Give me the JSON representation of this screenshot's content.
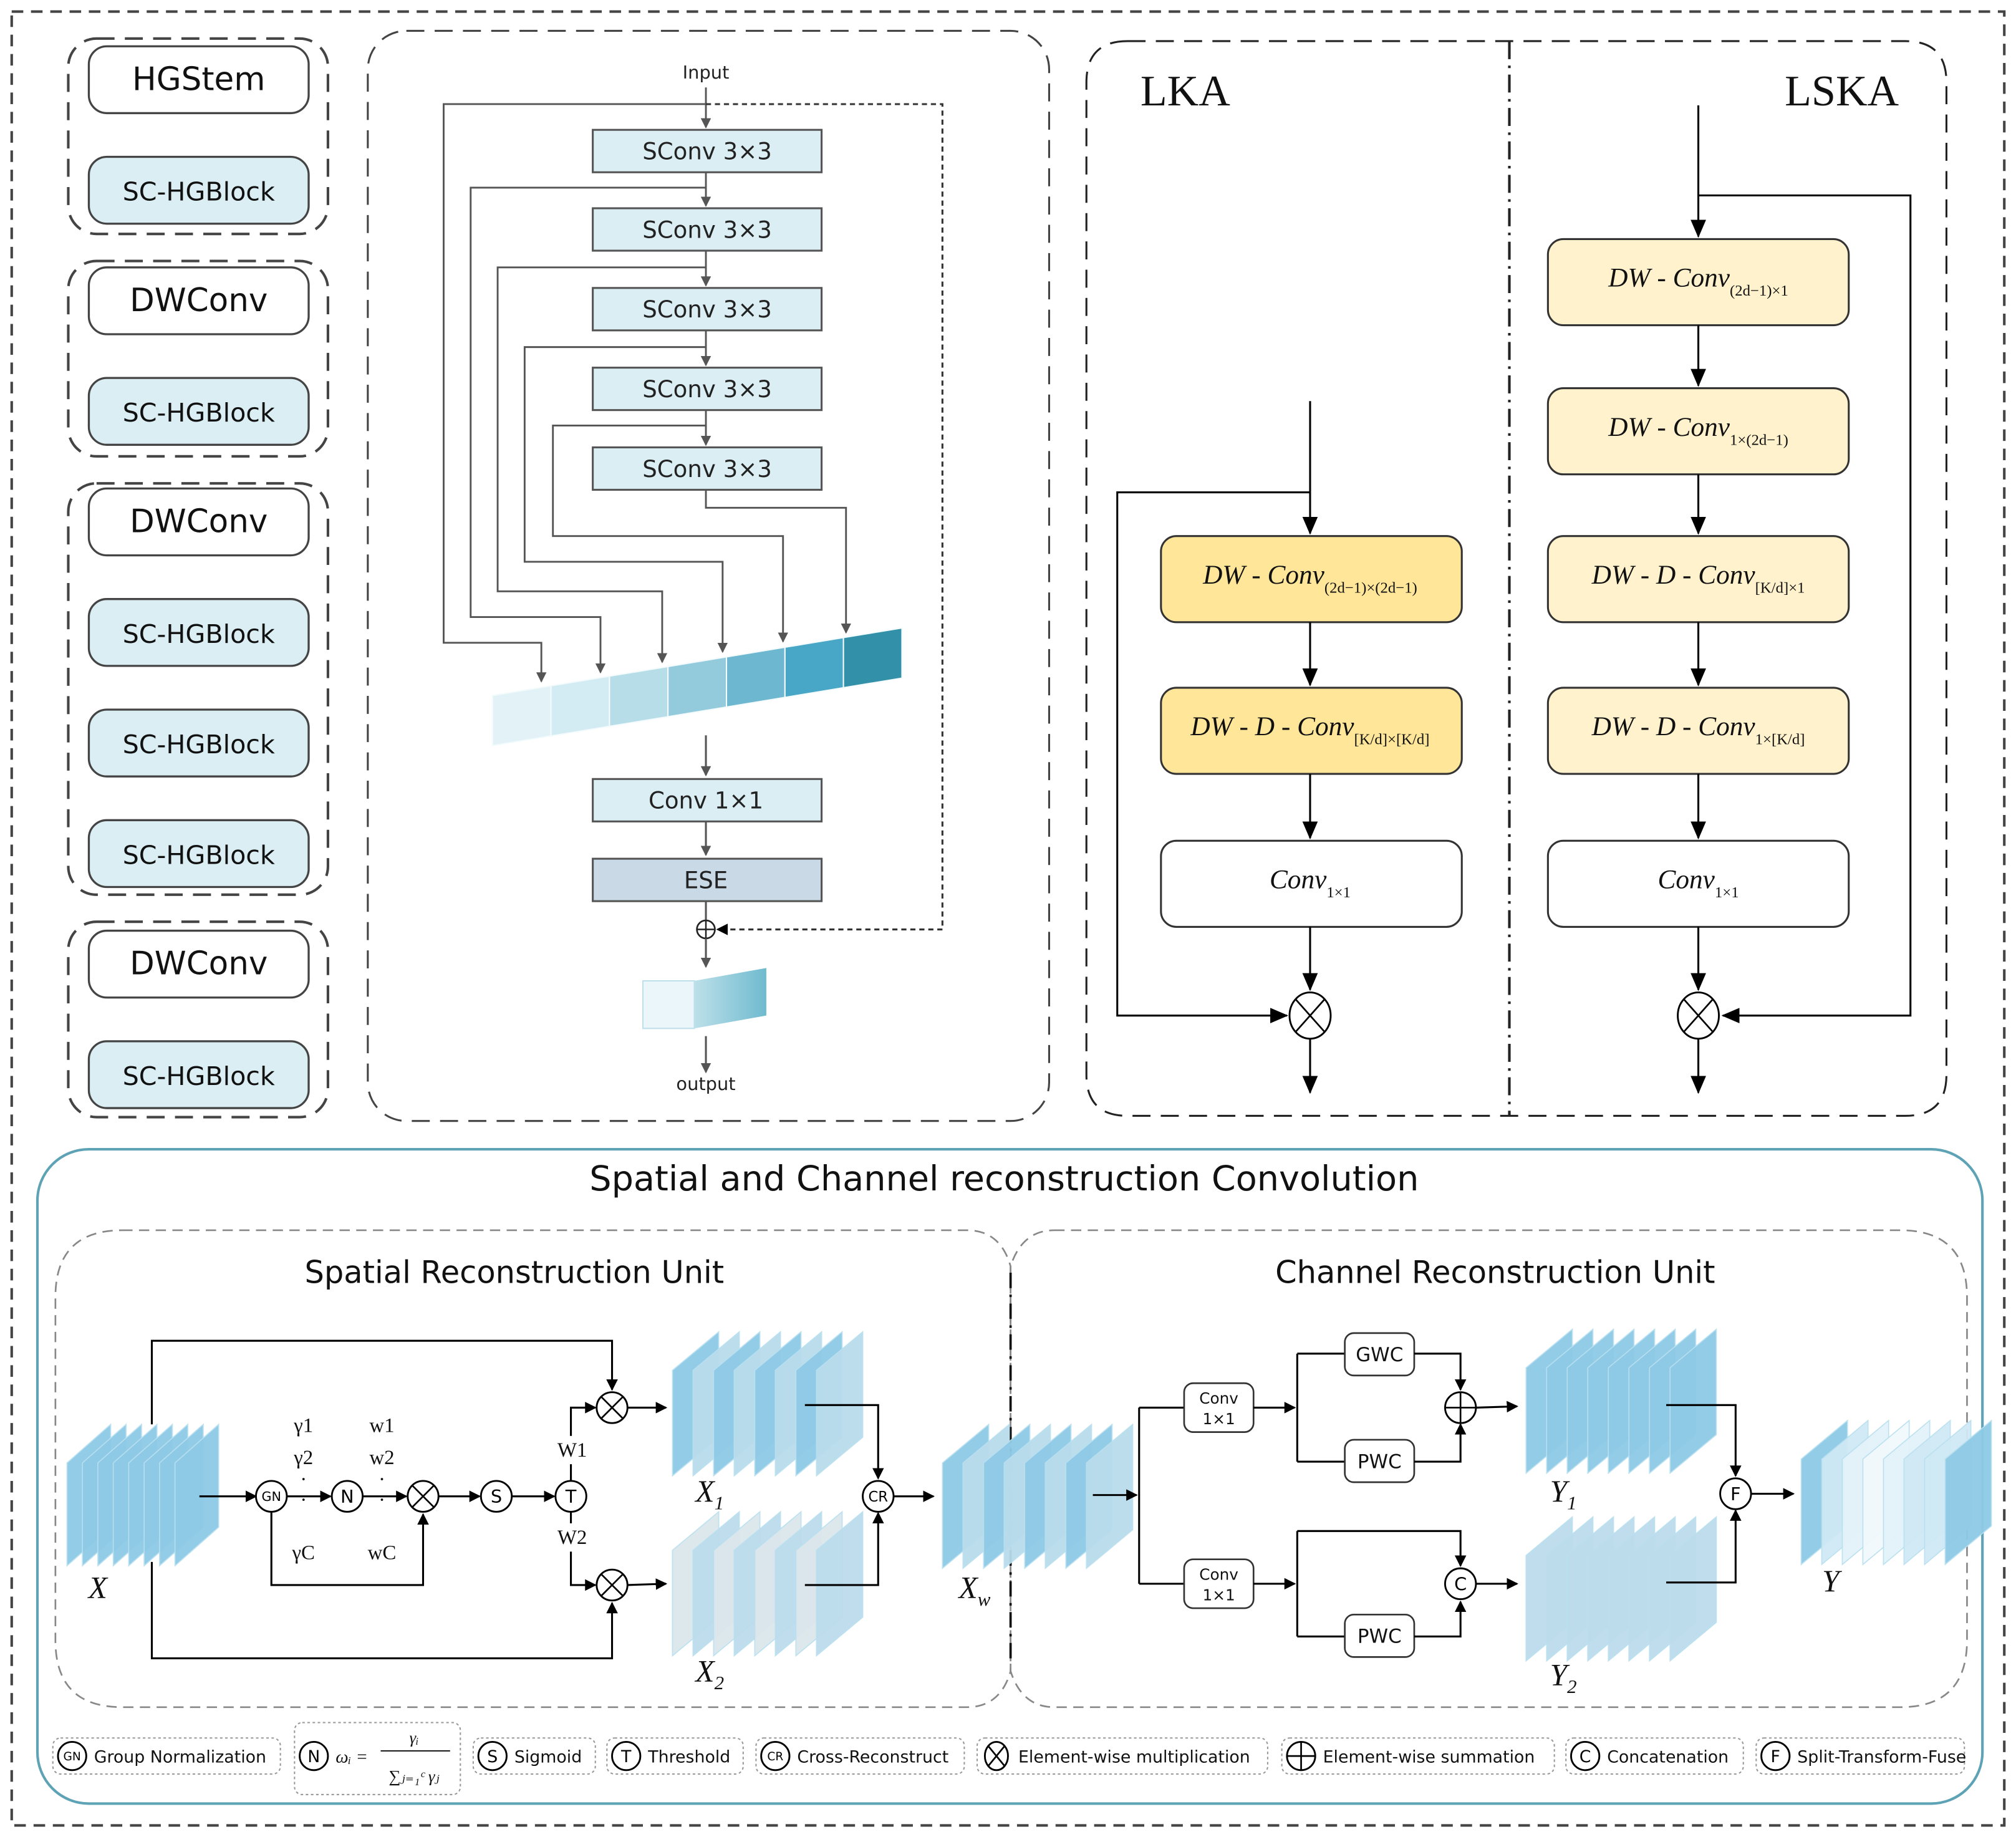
{
  "backbone": {
    "groups": [
      {
        "blocks": [
          {
            "label": "HGStem",
            "style": "plain"
          },
          {
            "label": "SC-HGBlock",
            "style": "blue"
          }
        ]
      },
      {
        "blocks": [
          {
            "label": "DWConv",
            "style": "plain"
          },
          {
            "label": "SC-HGBlock",
            "style": "blue"
          }
        ]
      },
      {
        "blocks": [
          {
            "label": "DWConv",
            "style": "plain"
          },
          {
            "label": "SC-HGBlock",
            "style": "blue"
          },
          {
            "label": "SC-HGBlock",
            "style": "blue"
          },
          {
            "label": "SC-HGBlock",
            "style": "blue"
          }
        ]
      },
      {
        "blocks": [
          {
            "label": "DWConv",
            "style": "plain"
          },
          {
            "label": "SC-HGBlock",
            "style": "blue"
          }
        ]
      }
    ]
  },
  "hgblock": {
    "input_label": "Input",
    "output_label": "output",
    "sconv_blocks": [
      "SConv 3×3",
      "SConv 3×3",
      "SConv 3×3",
      "SConv 3×3",
      "SConv 3×3"
    ],
    "conv_label": "Conv 1×1",
    "ese_label": "ESE",
    "concat_colors": [
      "#e3f2f7",
      "#d3ebf2",
      "#b7dde9",
      "#93cbdd",
      "#6db8d0",
      "#48a6c6",
      "#3390a9"
    ]
  },
  "lka": {
    "title": "LKA",
    "blocks": [
      {
        "main": "DW - Conv",
        "sub": "(2d−1)×(2d−1)",
        "fill": "#ffe699"
      },
      {
        "main": "DW - D - Conv",
        "sub": "[K/d]×[K/d]",
        "fill": "#ffe699"
      },
      {
        "main": "Conv",
        "sub": "1×1",
        "fill": "#ffffff"
      }
    ]
  },
  "lska": {
    "title": "LSKA",
    "blocks": [
      {
        "main": "DW - Conv",
        "sub": "(2d−1)×1",
        "fill": "#fff2cc"
      },
      {
        "main": "DW - Conv",
        "sub": "1×(2d−1)",
        "fill": "#fff2cc"
      },
      {
        "main": "DW - D - Conv",
        "sub": "[K/d]×1",
        "fill": "#fff2cc"
      },
      {
        "main": "DW - D - Conv",
        "sub": "1×[K/d]",
        "fill": "#fff2cc"
      },
      {
        "main": "Conv",
        "sub": "1×1",
        "fill": "#ffffff"
      }
    ]
  },
  "scconv": {
    "title": "Spatial and Channel reconstruction Convolution",
    "sru": {
      "title": "Spatial Reconstruction Unit",
      "input_label": "X",
      "gammas": [
        "γ1",
        "γ2",
        "·",
        "·",
        "γC"
      ],
      "weights": [
        "w1",
        "w2",
        "·",
        "·",
        "wC"
      ],
      "nodes": {
        "gn": "GN",
        "n": "N",
        "s": "S",
        "t": "T",
        "cr": "CR"
      },
      "branch_labels": [
        "W1",
        "W2"
      ],
      "x1_label": "X1",
      "x2_label": "X2",
      "xw_label": "Xw"
    },
    "cru": {
      "title": "Channel Reconstruction Unit",
      "conv_label_top": "Conv",
      "conv_label_bottom": "1×1",
      "gwc_label": "GWC",
      "pwc_label": "PWC",
      "concat_node": "C",
      "fuse_node": "F",
      "y1_label": "Y1",
      "y2_label": "Y2",
      "y_label": "Y"
    },
    "legend": [
      {
        "symbol": "GN",
        "text": "Group Normalization"
      },
      {
        "symbol": "N",
        "text": "ωi = γi / Σ(j=1..C) γj"
      },
      {
        "symbol": "S",
        "text": "Sigmoid"
      },
      {
        "symbol": "T",
        "text": "Threshold"
      },
      {
        "symbol": "CR",
        "text": "Cross-Reconstruct"
      },
      {
        "symbol": "⊗",
        "text": "Element-wise multiplication"
      },
      {
        "symbol": "⊕",
        "text": "Element-wise summation"
      },
      {
        "symbol": "C",
        "text": "Concatenation"
      },
      {
        "symbol": "F",
        "text": "Split-Transform-Fuse"
      }
    ]
  },
  "colors": {
    "block_blue": "#daeef3",
    "ese_fill": "#c9dae6",
    "frame_teal": "#5ea3b5",
    "feature_blue": "#8ecae6",
    "feature_light": "#bfdfee"
  }
}
